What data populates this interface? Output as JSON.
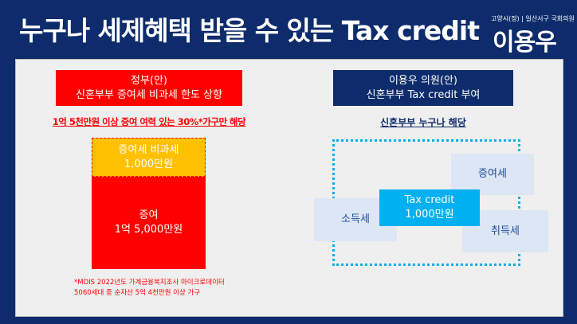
{
  "header": {
    "title": "누구나 세제혜택 받을 수 있는 Tax credit",
    "affiliation": "고양시(정) | 일산서구 국회의원",
    "name": "이용우"
  },
  "left": {
    "heading_line1": "정부(안)",
    "heading_line2": "신혼부부 증여세 비과세 한도 상향",
    "subtitle": "1억 5천만원 이상 증여 여력 있는 30%*가구만 해당",
    "exempt_label": "증여세 비과세",
    "exempt_amount": "1,000만원",
    "gift_label": "증여",
    "gift_amount": "1억 5,000만원",
    "note_line1": "*MDIS 2022년도 가계금융복지조사 마이크로데이터",
    "note_line2": "5060세대 중 순자산 5억 4천만원 이상 가구"
  },
  "right": {
    "heading_line1": "이용우 의원(안)",
    "heading_line2": "신혼부부 Tax credit 부여",
    "subtitle": "신혼부부 누구나 해당",
    "gift_tax": "증여세",
    "income_tax": "소득세",
    "acq_tax": "취득세",
    "credit_label": "Tax credit",
    "credit_amount": "1,000만원"
  },
  "colors": {
    "navy": "#0e2c6b",
    "red": "#ff0000",
    "orange": "#ffc000",
    "cyan": "#00b0f0"
  }
}
